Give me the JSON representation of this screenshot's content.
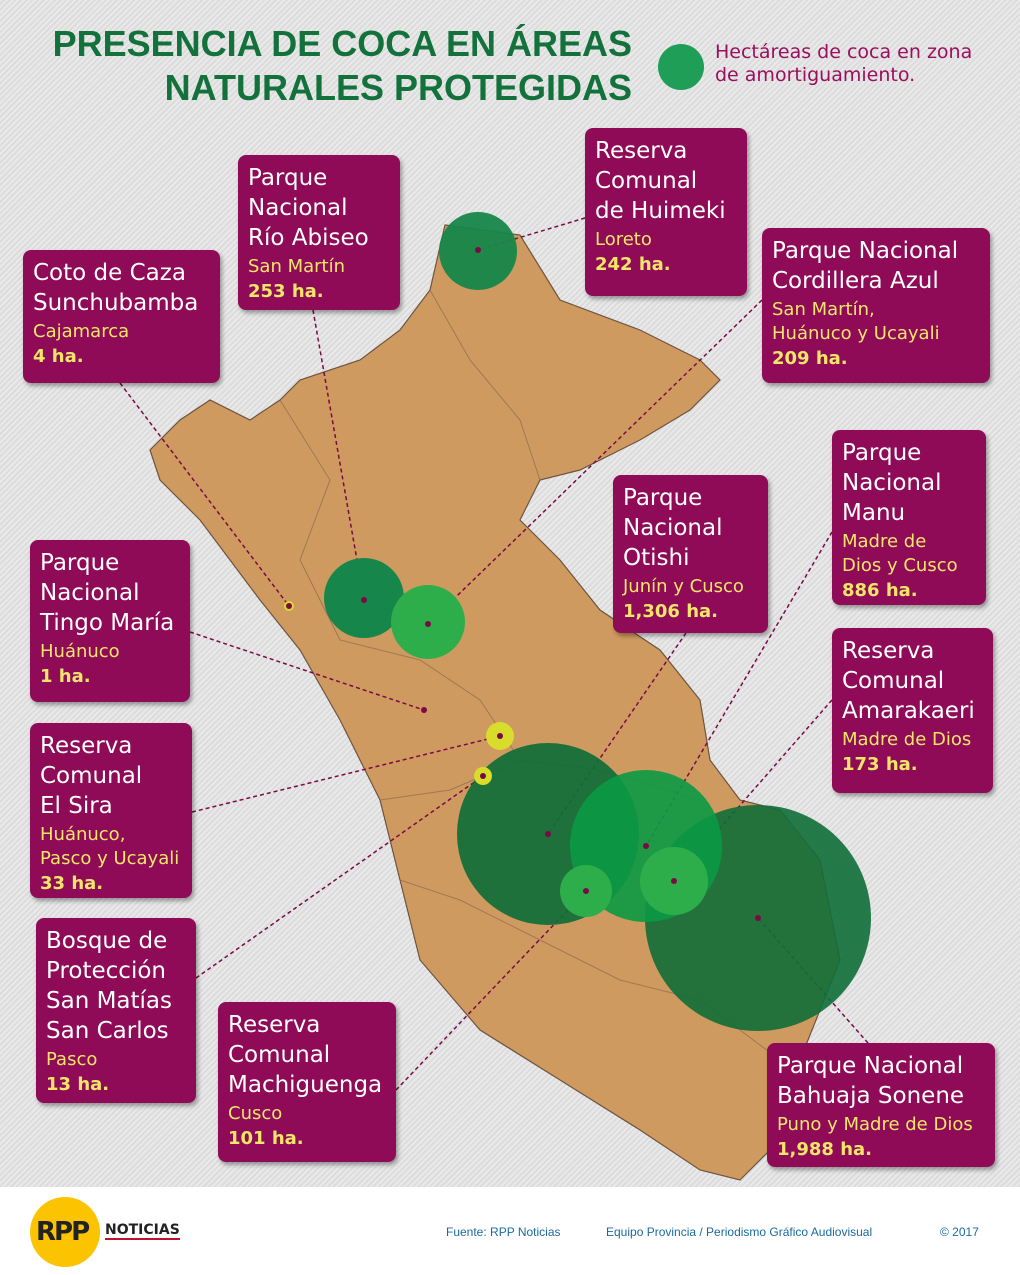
{
  "title": {
    "line1": "PRESENCIA DE COCA EN ÁREAS",
    "line2": "NATURALES PROTEGIDAS"
  },
  "legend": {
    "text": "Hectáreas de coca en zona de amortiguamiento.",
    "color": "#1f9e57"
  },
  "colors": {
    "box": "#8f0a57",
    "map": "#cf9a5f",
    "circle_dark": "#0f6e38",
    "circle_light": "#2eae4b",
    "small_dot": "#d8dc2a"
  },
  "areas": [
    {
      "name": "Coto de Caza\nSunchubamba",
      "region": "Cajamarca",
      "hectares": "4 ha."
    },
    {
      "name": "Parque\nNacional\nRío Abiseo",
      "region": "San Martín",
      "hectares": "253 ha."
    },
    {
      "name": "Reserva\nComunal\nde Huimeki",
      "region": "Loreto",
      "hectares": "242 ha."
    },
    {
      "name": "Parque Nacional\nCordillera Azul",
      "region": "San Martín,\nHuánuco y Ucayali",
      "hectares": "209 ha."
    },
    {
      "name": "Parque\nNacional\nTingo María",
      "region": "Huánuco",
      "hectares": "1 ha."
    },
    {
      "name": "Parque\nNacional\nOtishi",
      "region": "Junín y Cusco",
      "hectares": "1,306 ha."
    },
    {
      "name": "Parque\nNacional\nManu",
      "region": "Madre de\nDios y Cusco",
      "hectares": "886 ha."
    },
    {
      "name": "Reserva\nComunal\nAmarakaeri",
      "region": "Madre de Dios",
      "hectares": "173 ha."
    },
    {
      "name": "Reserva\nComunal\nEl Sira",
      "region": "Huánuco,\nPasco y Ucayali",
      "hectares": "33 ha."
    },
    {
      "name": "Bosque de\nProtección\nSan Matías\nSan Carlos",
      "region": "Pasco",
      "hectares": "13 ha."
    },
    {
      "name": "Reserva\nComunal\nMachiguenga",
      "region": "Cusco",
      "hectares": "101 ha."
    },
    {
      "name": "Parque Nacional\nBahuaja Sonene",
      "region": "Puno y Madre de Dios",
      "hectares": "1,988 ha."
    }
  ],
  "footer": {
    "logo": "RPP",
    "brand": "NOTICIAS",
    "source": "Fuente: RPP Noticias",
    "team": "Equipo Provincia / Periodismo Gráfico Audiovisual",
    "copyright": "© 2017"
  }
}
